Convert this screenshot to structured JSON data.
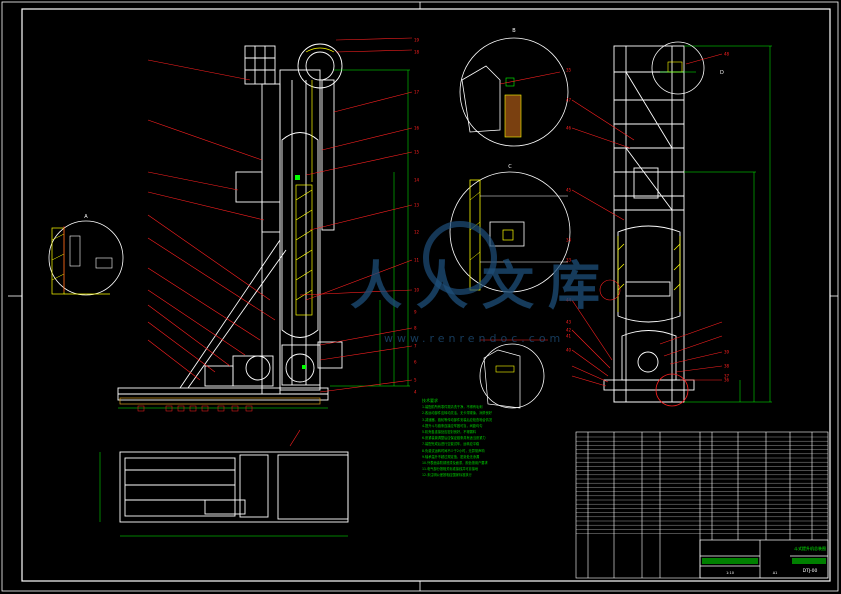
{
  "drawing": {
    "border_color": "#ffffff",
    "line_red": "#ff2020",
    "line_white": "#ffffff",
    "line_yellow": "#ffff00",
    "line_green": "#00ff00",
    "detail_labels": {
      "left": "A",
      "top": "B",
      "middle": "C",
      "right_top": "D"
    },
    "part_numbers_left": [
      "19",
      "18",
      "17",
      "16",
      "15",
      "14",
      "13",
      "12",
      "11",
      "10",
      "9",
      "8",
      "7",
      "6",
      "5",
      "4"
    ],
    "part_numbers_right": [
      "48",
      "47",
      "46",
      "45",
      "44",
      "43",
      "42",
      "41",
      "40",
      "39",
      "38",
      "37",
      "36",
      "35",
      "34",
      "33"
    ],
    "watermark_main": "人人文库",
    "watermark_sub": "www.renrendoc.com",
    "notes_title": "技术要求",
    "notes_lines": [
      "1.装配前所有零件需清洗干净，不得有毛刺",
      "2.各运动部件应转动灵活，无卡滞现象，润滑良好",
      "3.减速器、链轮等传动部件安装后应检查啮合情况",
      "4.提升斗与链条连接应牢固可靠，间距均匀",
      "5.机壳各连接处应密封良好，不得漏料",
      "6.张紧装置调整后应保证链条具有适当张紧力",
      "7.装配完成后进行空载试车，运转应平稳",
      "8.负载试运转时间不少于2小时，无异常声响",
      "9.轴承温升不超过规定值，密封处无渗漏",
      "10.外表面涂防锈底漆及面漆，颜色按用户要求",
      "11.电气部分按相关标准接线并可靠接地",
      "12.未注明公差按相应国家标准执行"
    ],
    "title_block": {
      "name": "斗式提升机总装图",
      "drawing_no": "DTJ-00",
      "scale": "1:10",
      "sheet": "A1"
    }
  }
}
